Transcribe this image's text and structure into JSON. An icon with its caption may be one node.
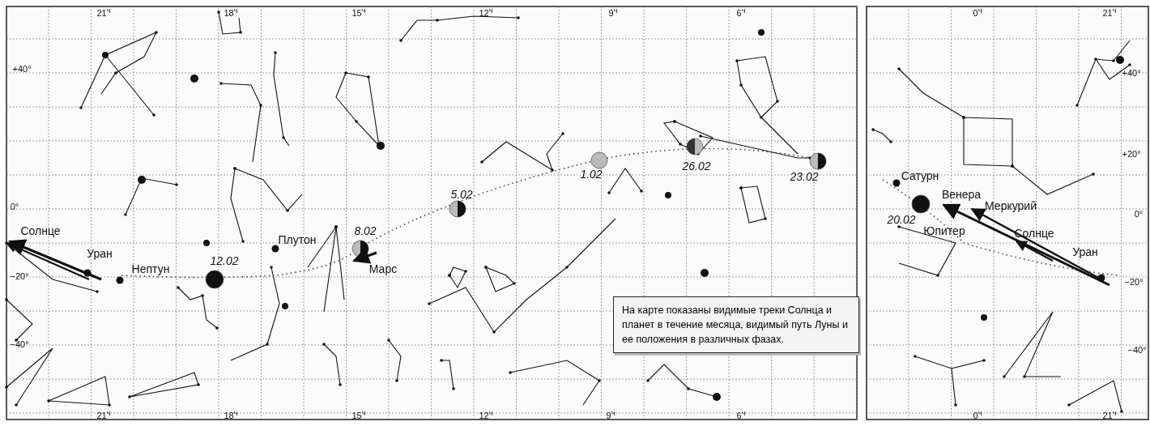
{
  "diagram": {
    "labels": [
      "21$^{ч}$",
      "18$^{ч}$",
      "15$^{ч}$",
      "12$^{ч}$",
      "9$^{ч}$",
      "6$^{ч}$",
      "0$^{ч}$",
      "21$^{ч}$",
      "+40°",
      "+40°",
      "+20°",
      "26.02",
      "1.02",
      "23.02",
      "5.02",
      "0°",
      "Сатурн",
      "Венера",
      "Меркурий",
      "0°",
      "20.02",
      "Юпитер",
      "Солнце",
      "Уран",
      "−20°",
      "8.02",
      "Солнце",
      "Плутон",
      "Уран",
      "Нептун",
      "Марс",
      "12.02",
      "−20°",
      "На карте показаны видимые треки Солнца и планет в течение месяца, видимый путь Луны и ее положения в различных фазах.",
      "−40°",
      "−40°",
      "21$^{ч}$",
      "18$^{ч}$",
      "15$^{ч}$",
      "12$^{ч}$",
      "9$^{ч}$",
      "6$^{ч}$",
      "0$^{ч}$",
      "21$^{ч}$"
    ]
  }
}
